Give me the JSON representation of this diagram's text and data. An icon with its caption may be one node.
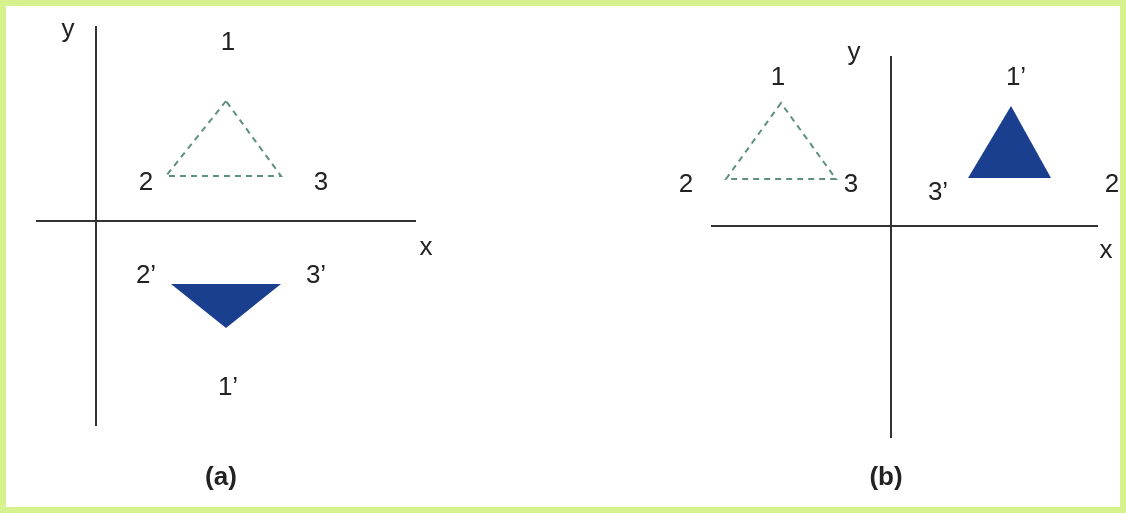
{
  "diagram": {
    "nodes": [
      {
        "text": [],
        "shape": "triangle"
      },
      {
        "text": [],
        "shape": "triangle"
      },
      {
        "text": [],
        "shape": "triangle"
      },
      {
        "text": [],
        "shape": "triangle"
      }
    ],
    "labels": [
      "y",
      "1",
      "2",
      "3",
      "x",
      "2’",
      "3’",
      "1’",
      "(a)",
      "1",
      "y",
      "1’",
      "2",
      "3",
      "3’",
      "2",
      "x",
      "(b)"
    ]
  }
}
